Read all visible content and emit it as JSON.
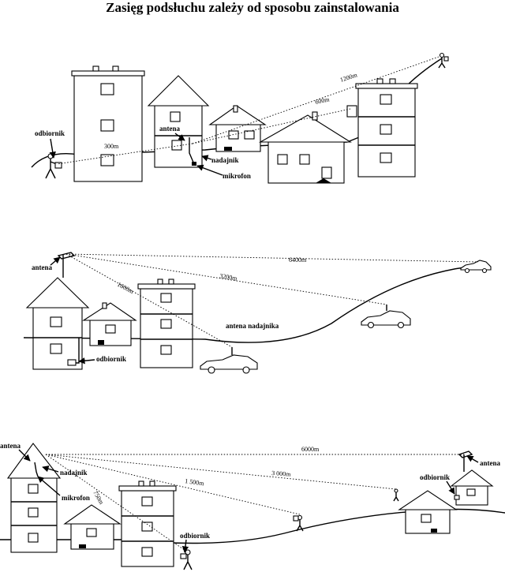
{
  "title": "Zasięg podsłuchu zależy od sposobu zainstalowania",
  "scene1": {
    "receiver": "odbiornik",
    "antenna": "antena",
    "transmitter": "nadajnik",
    "microphone": "mikrofon",
    "d300": "300m",
    "d600": "600m",
    "d1200": "1200m"
  },
  "scene2": {
    "antenna": "antena",
    "transmitter_antenna": "antena nadajnika",
    "receiver": "odbiornik",
    "d1600": "1600m",
    "d3200": "3200m",
    "d6400": "6400m"
  },
  "scene3": {
    "antenna_left": "antena",
    "transmitter": "nadajnik",
    "microphone": "mikrofon",
    "receiver_bottom": "odbiornik",
    "receiver_right": "odbiornik",
    "antenna_right": "antena",
    "d750": "750m",
    "d1500": "1 500m",
    "d3000": "3 000m",
    "d6000": "6000m"
  }
}
